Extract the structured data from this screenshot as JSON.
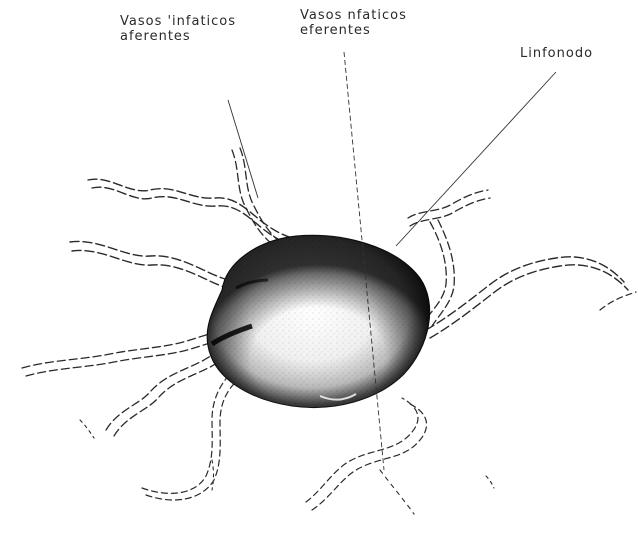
{
  "labels": {
    "afferent_line1": "Vasos 'infaticos",
    "afferent_line2": "aferentes",
    "efferent_line1": "Vasos  nfaticos",
    "efferent_line2": "eferentes",
    "node": "Linfonodo"
  },
  "colors": {
    "ink": "#222222",
    "node_dark": "#1a1a1a",
    "node_light": "#f2f2f2",
    "background": "#ffffff"
  }
}
